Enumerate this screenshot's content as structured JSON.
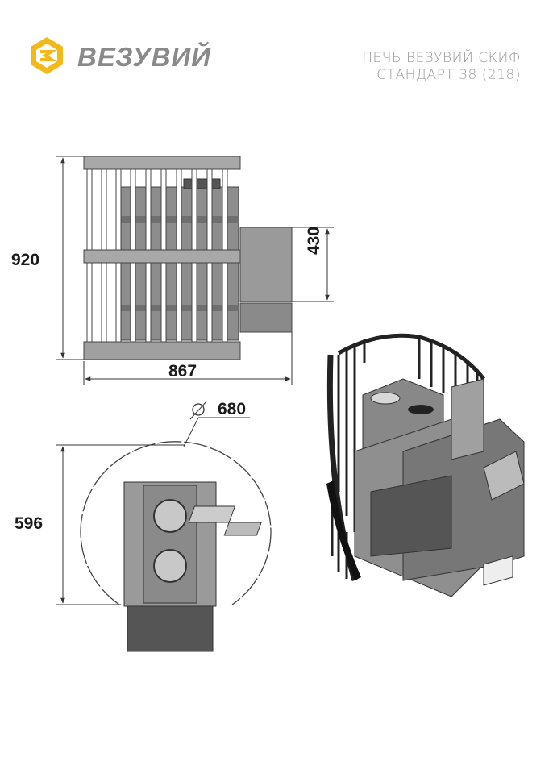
{
  "brand": {
    "name": "ВЕЗУВИЙ",
    "logo_icon": "vesuvius-logo-icon",
    "accent_color": "#f3b81a",
    "text_color": "#8a8a8a"
  },
  "product": {
    "title_line1": "ПЕЧЬ ВЕЗУВИЙ СКИФ",
    "title_line2": "СТАНДАРТ 38 (218)"
  },
  "dimensions": {
    "height": "920",
    "width": "867",
    "chimney_height": "430",
    "depth": "596",
    "diameter": "680",
    "diameter_symbol": "⌀"
  }
}
